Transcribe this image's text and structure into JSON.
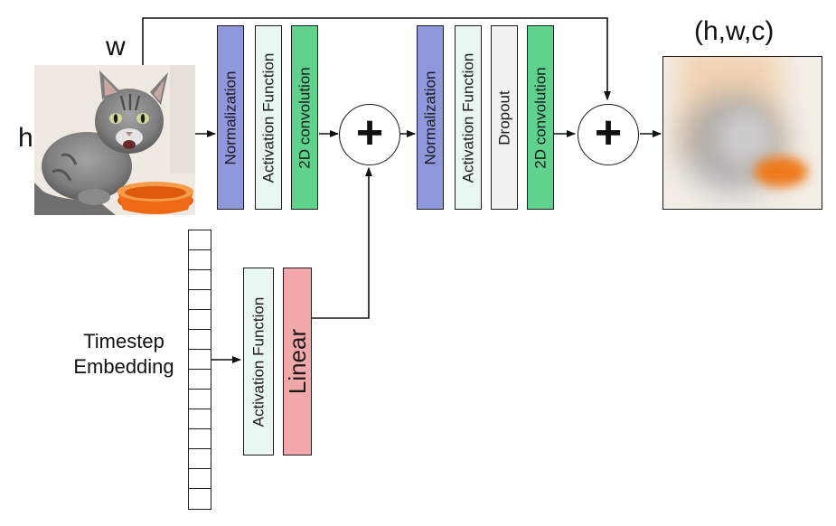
{
  "input": {
    "w_label": "w",
    "h_label": "h"
  },
  "output": {
    "shape_label": "(h,w,c)"
  },
  "block1": [
    {
      "label": "Normalization",
      "kind": "norm"
    },
    {
      "label": "Activation Function",
      "kind": "act"
    },
    {
      "label": "2D convolution",
      "kind": "conv"
    }
  ],
  "block2": [
    {
      "label": "Normalization",
      "kind": "norm"
    },
    {
      "label": "Activation Function",
      "kind": "act"
    },
    {
      "label": "Dropout",
      "kind": "drop"
    },
    {
      "label": "2D convolution",
      "kind": "conv"
    }
  ],
  "timestep": {
    "label_line1": "Timestep",
    "label_line2": "Embedding",
    "activation_label": "Activation Function",
    "linear_label": "Linear"
  },
  "colors": {
    "normalization": "#8f97dd",
    "activation": "#e9f6f1",
    "convolution": "#5fd28e",
    "dropout": "#f1f1f1",
    "linear": "#f2a8ab"
  },
  "operators": {
    "add_symbol": "+"
  }
}
